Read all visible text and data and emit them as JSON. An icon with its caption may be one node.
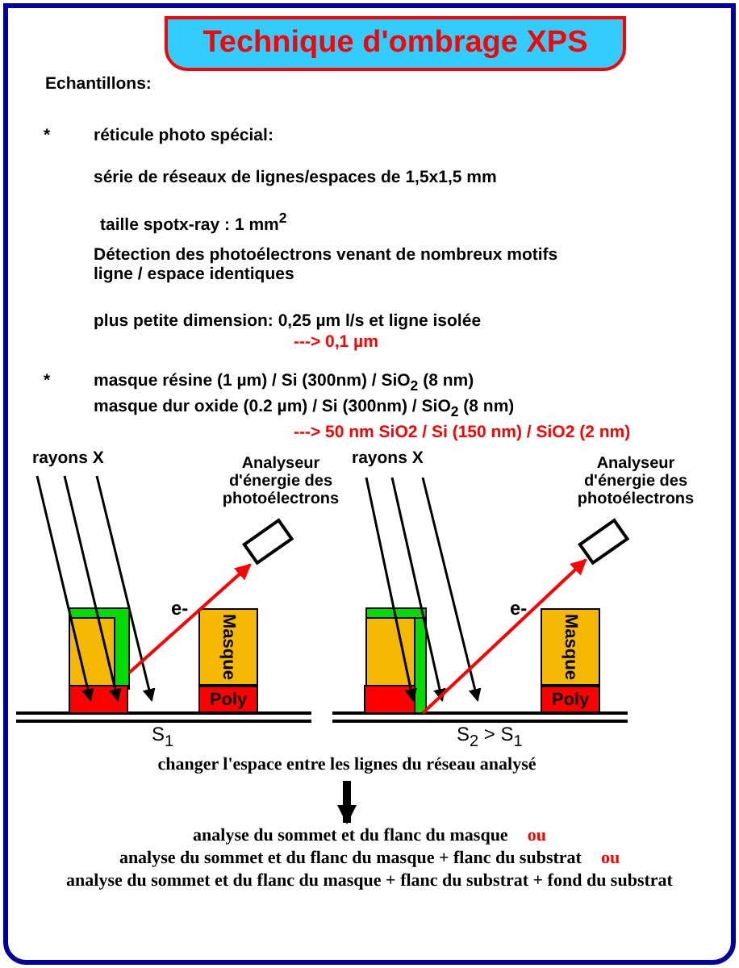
{
  "diagram": {
    "title": "Technique d'ombrage XPS",
    "nodes": [
      {
        "text": [
          "Analyseur d'énergie des photoélectrons"
        ]
      },
      {
        "text": [
          "Masque"
        ]
      },
      {
        "text": [
          "Poly"
        ]
      },
      {
        "text": [
          "Analyseur d'énergie des photoélectrons"
        ]
      },
      {
        "text": [
          "Masque"
        ]
      },
      {
        "text": [
          "Poly"
        ]
      },
      {
        "text": [
          "changer l'espace entre les lignes du réseau analysé"
        ]
      },
      {
        "text": [
          "analyse du sommet et du flanc du masque",
          "ou",
          "analyse du sommet et du flanc du masque + flanc du substrat",
          "ou",
          "analyse du sommet et du flanc du masque + flanc du substrat + fond du substrat"
        ]
      }
    ],
    "edges": [
      {
        "from": null,
        "to": 0,
        "arrow": "to",
        "label": "e-",
        "color": "#ff0000"
      },
      {
        "from": null,
        "to": 3,
        "arrow": "to",
        "label": "e-",
        "color": "#ff0000"
      },
      {
        "from": 6,
        "to": 7,
        "arrow": "to",
        "style": "thick",
        "color": "#000000"
      }
    ],
    "labels": [
      "Echantillons:",
      "*",
      "réticule photo spécial:",
      "série de réseaux de lignes/espaces de 1,5x1,5 mm",
      "taille spotx-ray : 1 mm$^{2}$",
      "Détection des photoélectrons venant de nombreux motifs ligne / espace identiques",
      "plus petite dimension: 0,25 µm l/s et ligne isolée",
      "---> 0,1 µm",
      "*",
      "masque résine (1 µm) / Si (300nm) / SiO$_{2}$ (8 nm)",
      "masque dur oxide (0.2 µm) / Si (300nm) / SiO$_{2}$ (8 nm)",
      "---> 50 nm SiO2 / Si (150 nm) / SiO2 (2 nm)",
      "rayons X",
      "rayons X",
      "S$_{1}$",
      "S$_{2}$ > S$_{1}$"
    ]
  }
}
